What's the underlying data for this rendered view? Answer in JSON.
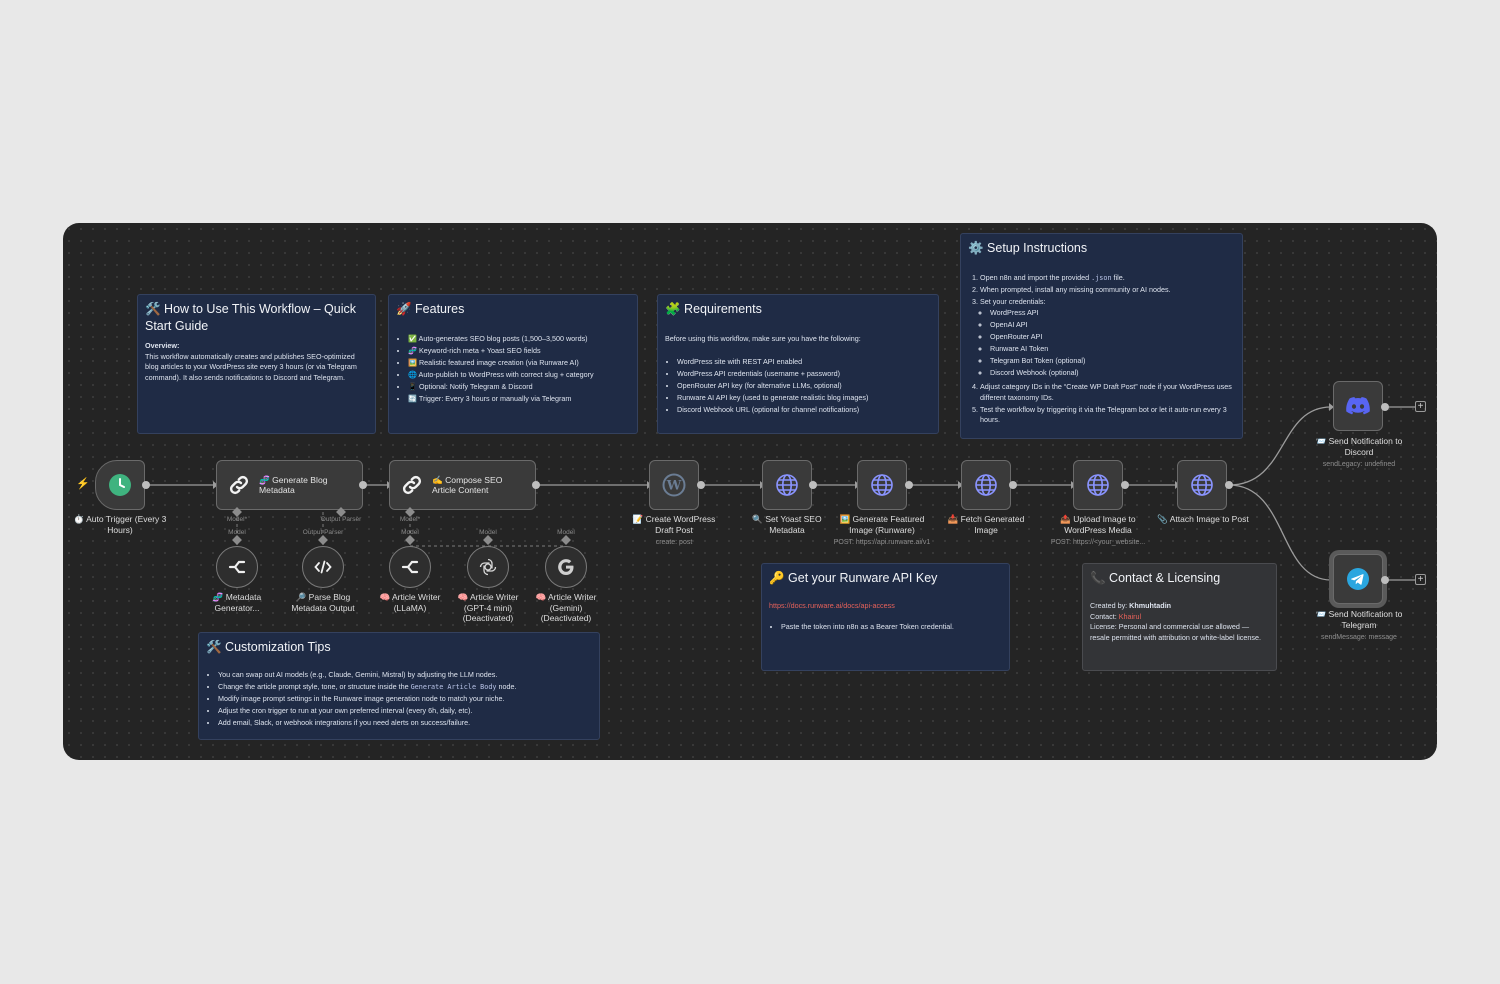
{
  "notes": {
    "quickstart": {
      "title": "🛠️ How to Use This Workflow – Quick Start Guide",
      "overview_label": "Overview:",
      "overview_text": "This workflow automatically creates and publishes SEO-optimized blog articles to your WordPress site every 3 hours (or via Telegram command). It also sends notifications to Discord and Telegram."
    },
    "features": {
      "title": "🚀 Features",
      "items": [
        "✅ Auto-generates SEO blog posts (1,500–3,500 words)",
        "🧬 Keyword-rich meta + Yoast SEO fields",
        "🖼️ Realistic featured image creation (via Runware AI)",
        "🌐 Auto-publish to WordPress with correct slug + category",
        "📱 Optional: Notify Telegram & Discord",
        "🔄 Trigger: Every 3 hours or manually via Telegram"
      ]
    },
    "requirements": {
      "title": "🧩 Requirements",
      "intro": "Before using this workflow, make sure you have the following:",
      "items": [
        "WordPress site with REST API enabled",
        "WordPress API credentials (username + password)",
        "OpenRouter API key (for alternative LLMs, optional)",
        "Runware AI API key (used to generate realistic blog images)",
        "Discord Webhook URL (optional for channel notifications)"
      ]
    },
    "setup": {
      "title": "⚙️ Setup Instructions",
      "step1_pre": "Open n8n and import the provided ",
      "step1_code": ".json",
      "step1_post": " file.",
      "step2": "When prompted, install any missing community or AI nodes.",
      "step3": "Set your credentials:",
      "credentials": [
        "WordPress API",
        "OpenAI API",
        "OpenRouter API",
        "Runware AI Token",
        "Telegram Bot Token (optional)",
        "Discord Webhook (optional)"
      ],
      "step4": "Adjust category IDs in the “Create WP Draft Post” node if your WordPress uses different taxonomy IDs.",
      "step5": "Test the workflow by triggering it via the Telegram bot or let it auto-run every 3 hours."
    },
    "tips": {
      "title": "🛠️ Customization Tips",
      "item1": "You can swap out AI models (e.g., Claude, Gemini, Mistral) by adjusting the LLM nodes.",
      "item2_pre": "Change the article prompt style, tone, or structure inside the ",
      "item2_code": "Generate Article Body",
      "item2_post": " node.",
      "item3": "Modify image prompt settings in the Runware image generation node to match your niche.",
      "item4": "Adjust the cron trigger to run at your own preferred interval (every 6h, daily, etc).",
      "item5": "Add email, Slack, or webhook integrations if you need alerts on success/failure."
    },
    "runware": {
      "title": "🔑 Get your Runware API Key",
      "link": "https://docs.runware.ai/docs/api-access",
      "item": "Paste the token into n8n as a Bearer Token credential."
    },
    "contact": {
      "title": "📞 Contact & Licensing",
      "created_label": "Created by: ",
      "created_value": "Khmuhtadin",
      "contact_label": "Contact: ",
      "contact_value": "Khairul",
      "license": "License: Personal and commercial use allowed — resale permitted with attribution or white-label license."
    }
  },
  "nodes": {
    "trigger": {
      "label": "⏱️ Auto Trigger (Every 3 Hours)"
    },
    "gen_meta": {
      "label": "🧬 Generate Blog Metadata"
    },
    "compose": {
      "label": "✍️ Compose SEO Article Content"
    },
    "create_wp": {
      "label": "📝 Create WordPress Draft Post",
      "sub": "create: post"
    },
    "yoast": {
      "label": "🔍 Set Yoast SEO Metadata"
    },
    "gen_image": {
      "label": "🖼️ Generate Featured Image (Runware)",
      "sub": "POST: https://api.runware.ai/v1"
    },
    "fetch_image": {
      "label": "📥 Fetch Generated Image"
    },
    "upload": {
      "label": "📤 Upload Image to WordPress Media",
      "sub": "POST: https://<your_website..."
    },
    "attach": {
      "label": "📎 Attach Image to Post"
    },
    "discord": {
      "label": "📨 Send Notification to Discord",
      "sub": "sendLegacy: undefined"
    },
    "telegram": {
      "label": "📨 Send Notification to Telegram",
      "sub": "sendMessage: message"
    },
    "meta_gen": {
      "label": "🧬 Metadata Generator..."
    },
    "parse": {
      "label": "🔎 Parse Blog Metadata Output"
    },
    "llama": {
      "label": "🧠 Article Writer (LLaMA)"
    },
    "gpt": {
      "label": "🧠 Article Writer (GPT-4 mini) (Deactivated)"
    },
    "gemini": {
      "label": "🧠 Article Writer (Gemini) (Deactivated)"
    }
  },
  "ports": {
    "model_req": "Model*",
    "output_parser": "Output Parser",
    "model": "Model"
  },
  "colors": {
    "canvas": "#242424",
    "note": "#1f2b45",
    "accent_trigger": "#3fb37f",
    "link": "#e8625a",
    "discord": "#5865f2",
    "telegram": "#2aa6df"
  }
}
